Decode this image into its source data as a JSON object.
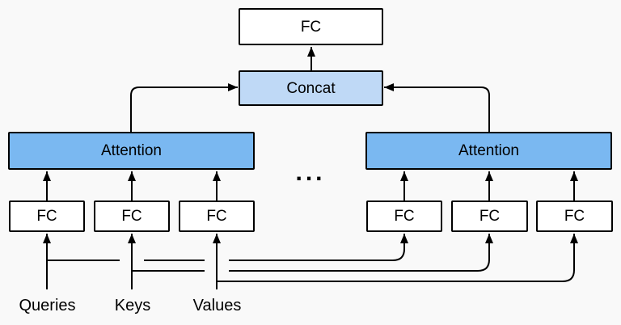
{
  "nodes": {
    "output_fc": {
      "label": "FC"
    },
    "concat": {
      "label": "Concat"
    },
    "attention_left": {
      "label": "Attention"
    },
    "attention_right": {
      "label": "Attention"
    },
    "fc_left": [
      {
        "label": "FC"
      },
      {
        "label": "FC"
      },
      {
        "label": "FC"
      }
    ],
    "fc_right": [
      {
        "label": "FC"
      },
      {
        "label": "FC"
      },
      {
        "label": "FC"
      }
    ],
    "ellipsis": "..."
  },
  "inputs": {
    "queries": "Queries",
    "keys": "Keys",
    "values": "Values"
  },
  "edges": [
    {
      "from": "concat",
      "to": "output_fc"
    },
    {
      "from": "attention_left",
      "to": "concat"
    },
    {
      "from": "attention_right",
      "to": "concat"
    },
    {
      "from": "fc_left_1",
      "to": "attention_left"
    },
    {
      "from": "fc_left_2",
      "to": "attention_left"
    },
    {
      "from": "fc_left_3",
      "to": "attention_left"
    },
    {
      "from": "fc_right_1",
      "to": "attention_right"
    },
    {
      "from": "fc_right_2",
      "to": "attention_right"
    },
    {
      "from": "fc_right_3",
      "to": "attention_right"
    },
    {
      "from": "queries",
      "to": "fc_left_1"
    },
    {
      "from": "keys",
      "to": "fc_left_2"
    },
    {
      "from": "values",
      "to": "fc_left_3"
    },
    {
      "from": "queries",
      "to": "fc_right_1"
    },
    {
      "from": "keys",
      "to": "fc_right_2"
    },
    {
      "from": "values",
      "to": "fc_right_3"
    }
  ],
  "colors": {
    "background": "#f9f9f9",
    "line": "#000000",
    "attention_fill": "#7ab8f1",
    "concat_fill": "#bfd9f6",
    "fc_fill": "#ffffff",
    "text": "#000000"
  }
}
